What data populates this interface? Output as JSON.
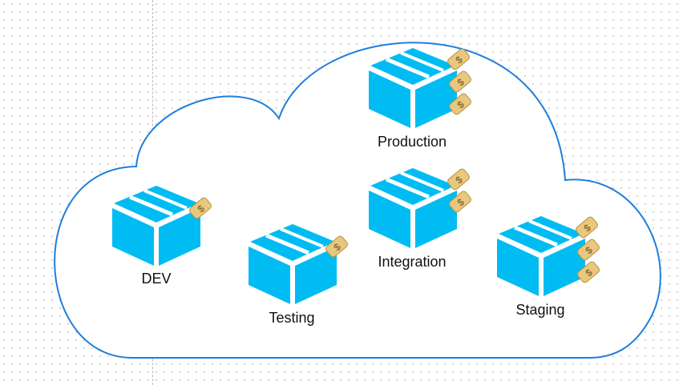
{
  "colors": {
    "cloud_stroke": "#1e7fdc",
    "box": "#00bcf2",
    "tag": "#e9c77e"
  },
  "environments": [
    {
      "label": "DEV",
      "tags": 1
    },
    {
      "label": "Testing",
      "tags": 1
    },
    {
      "label": "Production",
      "tags": 3
    },
    {
      "label": "Integration",
      "tags": 2
    },
    {
      "label": "Staging",
      "tags": 3
    }
  ]
}
